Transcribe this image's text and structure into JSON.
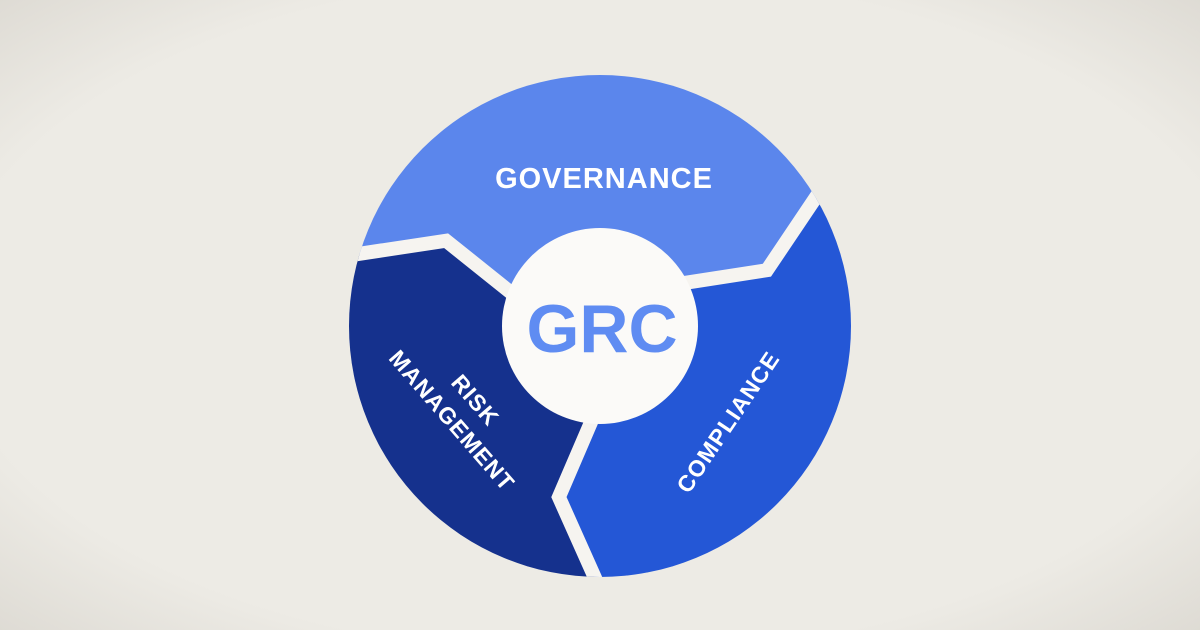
{
  "page": {
    "title": "GRC cycle diagram"
  },
  "colors": {
    "background_center": "#edebe5",
    "background_edge": "#dddad3",
    "gap_band": "#f6f4f0",
    "center_circle": "#fbfaf8",
    "center_circle_edge": "#f1efeb",
    "center_label_color": "#5f8cf2",
    "label_text": "#ffffff"
  },
  "diagram": {
    "center_label": "GRC",
    "segments": [
      {
        "id": "governance",
        "label": "GOVERNANCE",
        "color": "#5b86ec"
      },
      {
        "id": "compliance",
        "label": "COMPLIANCE",
        "color": "#2457d6"
      },
      {
        "id": "risk-management",
        "label_lines": [
          "RISK",
          "MANAGEMENT"
        ],
        "color": "#15318d"
      }
    ]
  }
}
